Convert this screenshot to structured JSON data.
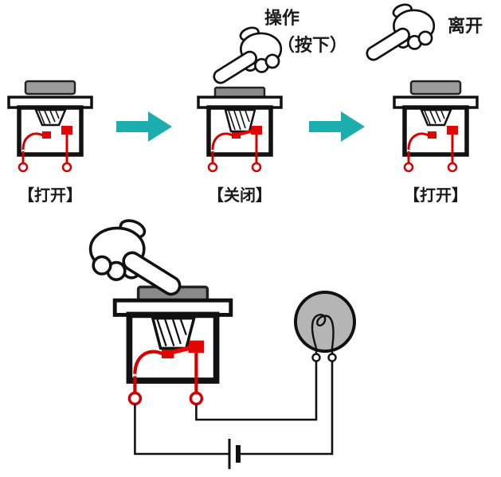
{
  "diagram": {
    "top_row": {
      "step1": {
        "state_label": "【打开】"
      },
      "step2": {
        "action_label": "操作",
        "action_sub_label": "（按下）",
        "state_label": "【关闭】"
      },
      "step3": {
        "action_label": "离开",
        "state_label": "【打开】"
      }
    },
    "colors": {
      "arrow_teal": "#1caeac",
      "wire_red": "#d40000",
      "contact_red": "#e10600",
      "cap_gray": "#9c9c9c",
      "cap_pressed_gray": "#8a8a8a",
      "bulb_gray": "#b5b5b5",
      "outline_black": "#111111"
    },
    "icons": {
      "hand": "pointing-hand-icon",
      "arrow": "arrow-right-icon",
      "bulb": "light-bulb-icon",
      "battery": "battery-cell-icon",
      "switch": "push-button-switch-icon"
    }
  }
}
